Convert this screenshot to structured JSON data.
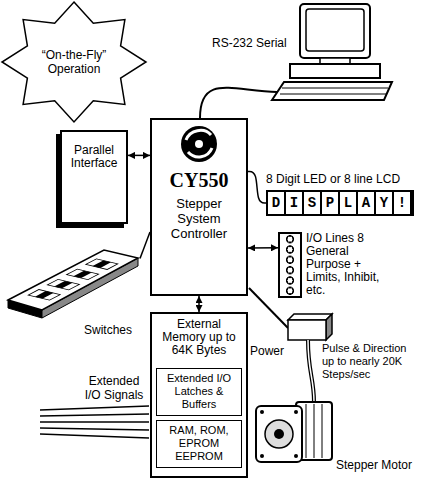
{
  "diagram": {
    "nodes": [
      {
        "text": [
          "“On-the-Fly” Operation"
        ]
      },
      {
        "text": [
          "CY550",
          "Stepper System Controller"
        ]
      },
      {
        "text": [
          "Parallel Interface"
        ]
      },
      {
        "text": [
          "8 Digit LED or 8 line LCD",
          "DISPLAY!"
        ]
      },
      {
        "text": [
          "I/O Lines 8 General Purpose + Limits, Inhibit, etc."
        ]
      },
      {
        "text": [
          "Switches"
        ]
      },
      {
        "text": [
          "External Memory up to 64K Bytes"
        ]
      },
      {
        "text": [
          "Extended I/O Latches & Buffers"
        ],
        "in": 6
      },
      {
        "text": [
          "RAM, ROM, EPROM EEPROM"
        ],
        "in": 6
      }
    ],
    "edges": [
      {
        "from": 2,
        "to": 1,
        "arrow": "both"
      },
      {
        "from": 1,
        "to": 3,
        "arrow": "none"
      },
      {
        "from": 1,
        "to": 4,
        "arrow": "both"
      },
      {
        "from": 5,
        "to": 1,
        "arrow": "none"
      },
      {
        "from": 1,
        "to": 6,
        "arrow": "both"
      }
    ],
    "labels": [
      "RS-232 Serial",
      "Extended I/O Signals",
      "Power",
      "Pulse & Direction up to nearly 20K Steps/sec",
      "Stepper Motor"
    ]
  }
}
